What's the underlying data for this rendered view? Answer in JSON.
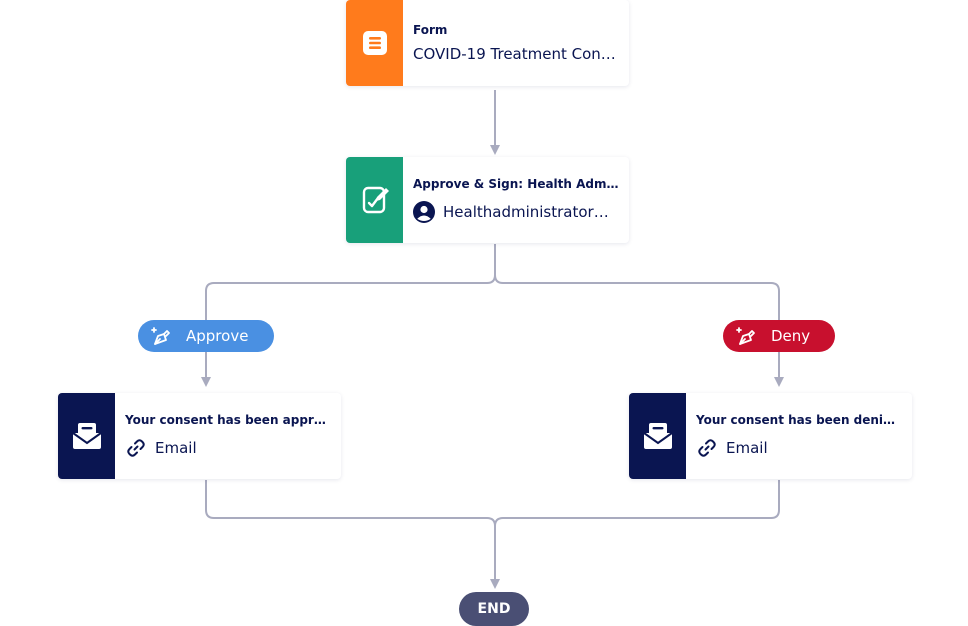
{
  "nodes": {
    "form": {
      "title": "Form",
      "subtitle": "COVID-19 Treatment Cons...",
      "color": "#ff7b1c",
      "icon": "form-document-icon"
    },
    "approve_sign": {
      "title": "Approve & Sign: Health Admi...",
      "subtitle": "Healthadministrator@...",
      "color": "#18a07a",
      "icon": "sign-document-icon",
      "sub_icon": "user-avatar-icon"
    },
    "approved_email": {
      "title": "Your consent has been appro...",
      "subtitle": "Email",
      "color": "#0a1551",
      "icon": "mailbox-icon",
      "sub_icon": "link-icon"
    },
    "denied_email": {
      "title": "Your consent has been denied.",
      "subtitle": "Email",
      "color": "#0a1551",
      "icon": "mailbox-icon",
      "sub_icon": "link-icon"
    }
  },
  "branches": {
    "approve": {
      "label": "Approve",
      "color": "#4a90e2",
      "icon": "pen-sparkle-icon"
    },
    "deny": {
      "label": "Deny",
      "color": "#c8102e",
      "icon": "pen-sparkle-icon"
    }
  },
  "end": {
    "label": "END",
    "color": "#4a4f74"
  },
  "connector_color": "#a9abbf"
}
